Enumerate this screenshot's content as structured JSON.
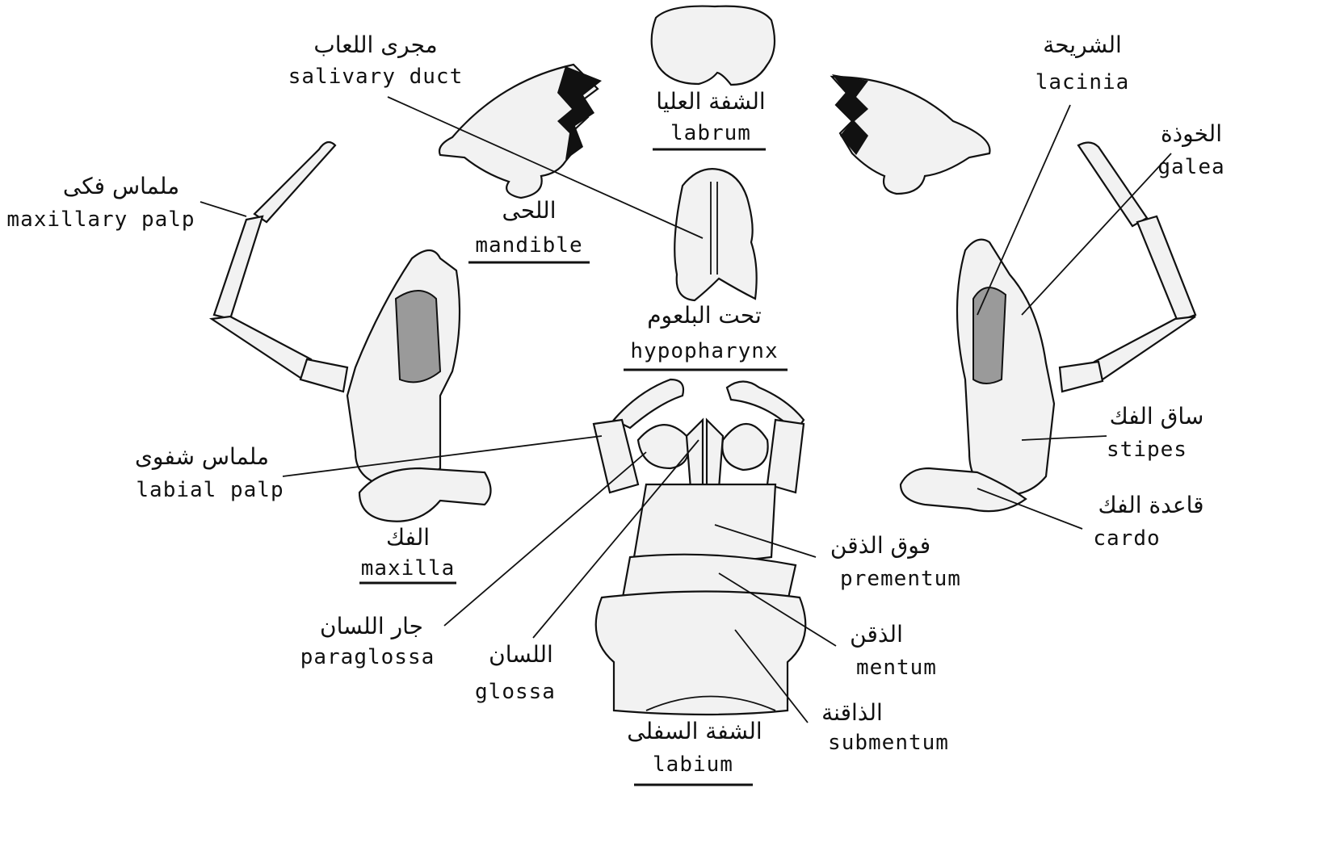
{
  "labels": {
    "labrum": {
      "ar": "الشفة العليا",
      "en": "labrum"
    },
    "salivary_duct": {
      "ar": "مجرى اللعاب",
      "en": "salivary duct"
    },
    "lacinia": {
      "ar": "الشريحة",
      "en": "lacinia"
    },
    "galea": {
      "ar": "الخوذة",
      "en": "galea"
    },
    "maxillary_palp": {
      "ar": "ملماس فكى",
      "en": "maxillary palp"
    },
    "mandible": {
      "ar": "اللحى",
      "en": "mandible"
    },
    "hypopharynx": {
      "ar": "تحت البلعوم",
      "en": "hypopharynx"
    },
    "stipes": {
      "ar": "ساق الفك",
      "en": "stipes"
    },
    "labial_palp": {
      "ar": "ملماس شفوى",
      "en": "labial palp"
    },
    "cardo": {
      "ar": "قاعدة الفك",
      "en": "cardo"
    },
    "maxilla": {
      "ar": "الفك",
      "en": "maxilla"
    },
    "prementum": {
      "ar": "فوق الذقن",
      "en": "prementum"
    },
    "paraglossa": {
      "ar": "جار اللسان",
      "en": "paraglossa"
    },
    "glossa": {
      "ar": "اللسان",
      "en": "glossa"
    },
    "mentum": {
      "ar": "الذقن",
      "en": "mentum"
    },
    "submentum": {
      "ar": "الذاقنة",
      "en": "submentum"
    },
    "labium": {
      "ar": "الشفة السفلى",
      "en": "labium"
    }
  }
}
